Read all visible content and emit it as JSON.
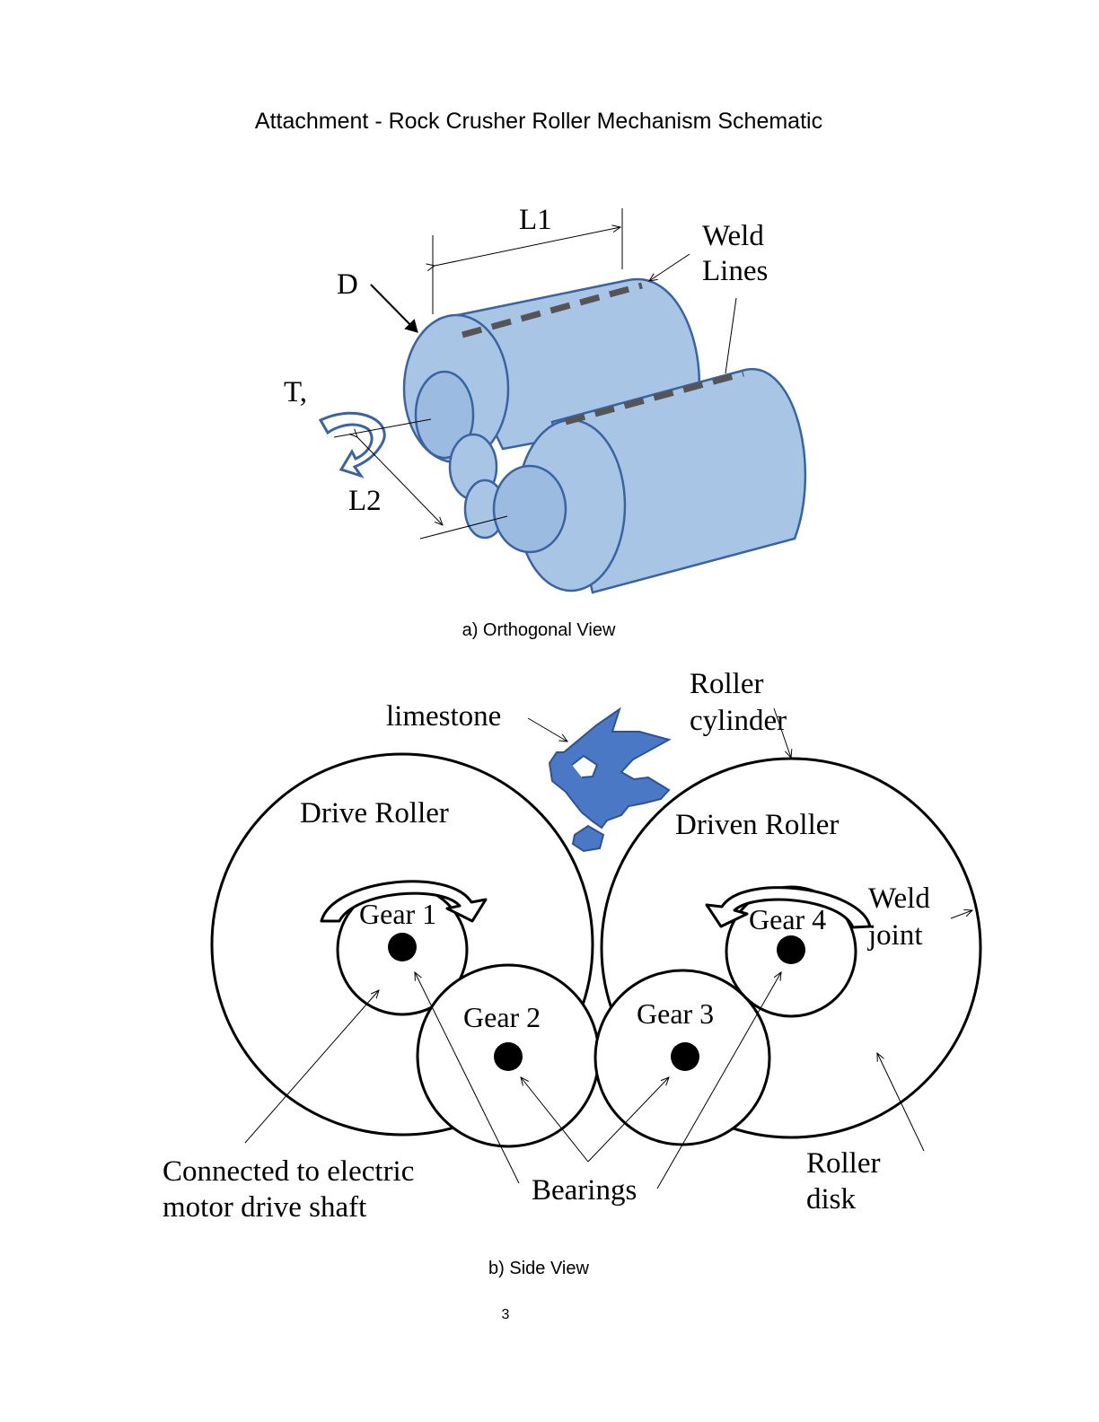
{
  "title": "Attachment - Rock Crusher Roller Mechanism Schematic",
  "orthogonal_view": {
    "caption": "a) Orthogonal View",
    "labels": {
      "L1": "L1",
      "D": "D",
      "T": "T,",
      "L2": "L2",
      "weld_line_1": "Weld",
      "weld_line_2": "Lines"
    }
  },
  "side_view": {
    "caption": "b) Side View",
    "labels": {
      "limestone": "limestone",
      "roller_cylinder_1": "Roller",
      "roller_cylinder_2": "cylinder",
      "drive_roller": "Drive Roller",
      "driven_roller": "Driven Roller",
      "gear1": "Gear 1",
      "gear2": "Gear 2",
      "gear3": "Gear 3",
      "gear4": "Gear 4",
      "weld_joint_1": "Weld",
      "weld_joint_2": "joint",
      "connected_1": "Connected to electric",
      "connected_2": "motor drive shaft",
      "bearings": "Bearings",
      "roller_disk_1": "Roller",
      "roller_disk_2": "disk"
    }
  },
  "page_number": "3",
  "colors": {
    "roller_fill": "#a9c5e6",
    "roller_stroke": "#3a64a0",
    "rock_fill": "#4a78c4",
    "weld_line": "#555555"
  }
}
